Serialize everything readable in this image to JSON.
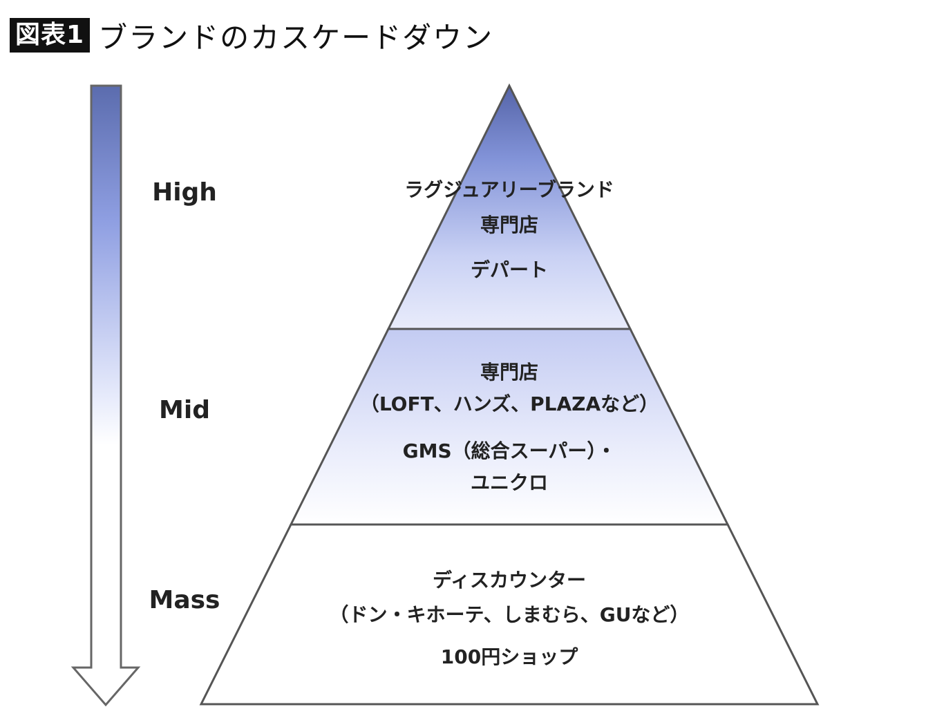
{
  "header": {
    "badge": "図表1",
    "title": "ブランドのカスケードダウン"
  },
  "levels": [
    {
      "label": "High"
    },
    {
      "label": "Mid"
    },
    {
      "label": "Mass"
    }
  ],
  "pyramid": {
    "top": [
      "ラグジュアリーブランド",
      "専門店",
      "デパート"
    ],
    "middle": [
      "専門店",
      "（LOFT、ハンズ、PLAZAなど）",
      "GMS（総合スーパー）・",
      "ユニクロ"
    ],
    "bottom": [
      "ディスカウンター",
      "（ドン・キホーテ、しまむら、GUなど）",
      "100円ショップ"
    ]
  },
  "colors": {
    "gradient_dark": "#5b6cae",
    "gradient_mid": "#8f9fe2",
    "gradient_light": "#ffffff",
    "outline": "#555555",
    "text": "#222222"
  }
}
